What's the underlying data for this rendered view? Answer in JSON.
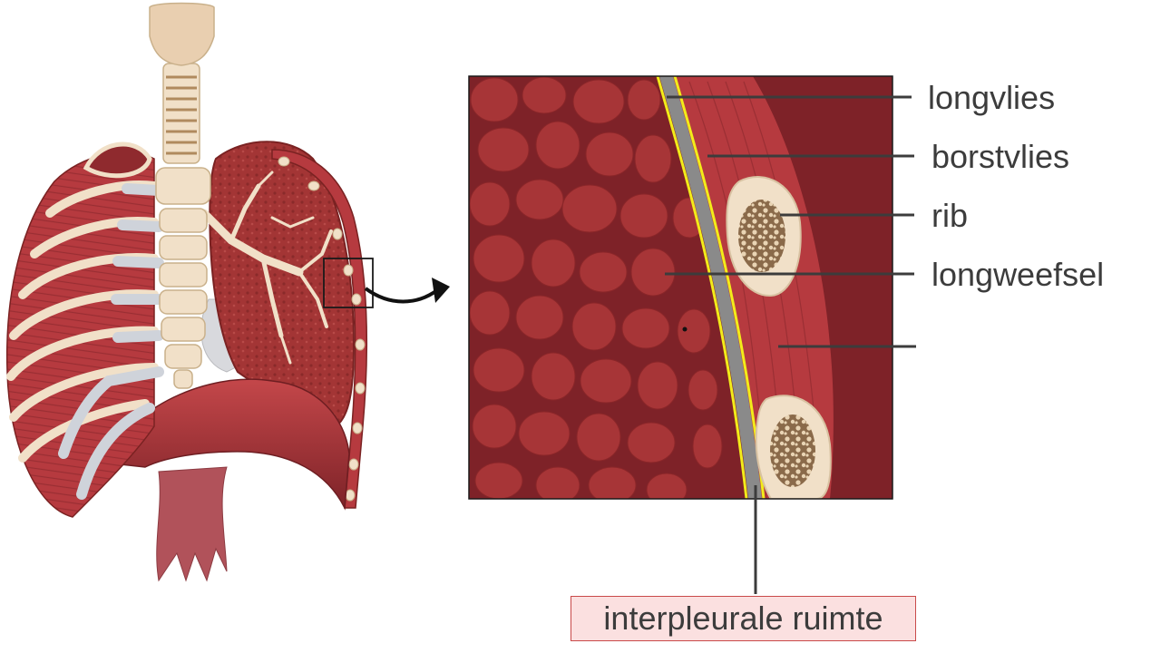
{
  "labels": {
    "longvlies": "longvlies",
    "borstvlies": "borstvlies",
    "rib": "rib",
    "longweefsel": "longweefsel",
    "interpleurale_ruimte": "interpleurale ruimte"
  },
  "colors": {
    "muscle": "#b63a3f",
    "muscle_dark": "#8f2a2e",
    "lung_tissue": "#a33535",
    "bone": "#f1e0c8",
    "bone_edge": "#d8c2a2",
    "cartilage": "#cfd3da",
    "pleura_line": "#f2ec1a",
    "pleura_gray": "#8a8a8a",
    "leader_line": "#3c3c3c",
    "callout_bg": "#fbe0e0",
    "callout_border": "#c94a4a"
  }
}
